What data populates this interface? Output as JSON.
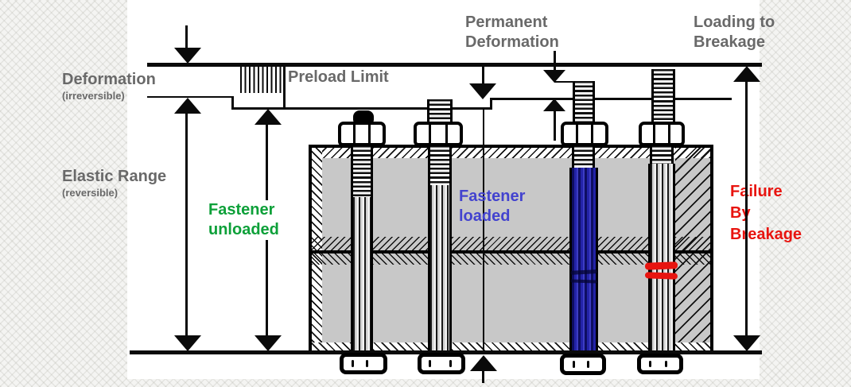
{
  "diagram": {
    "title_implied": "Fastener loading and deformation stages",
    "annotations": {
      "deformation": {
        "title": "Deformation",
        "subtitle": "(irreversible)"
      },
      "elastic_range": {
        "title": "Elastic Range",
        "subtitle": "(reversible)"
      },
      "preload_limit": {
        "label": "Preload Limit"
      },
      "permanent_deformation": {
        "line1": "Permanent",
        "line2": "Deformation"
      },
      "loading_to_breakage": {
        "line1": "Loading to",
        "line2": "Breakage"
      },
      "fastener_unloaded": {
        "line1": "Fastener",
        "line2": "unloaded"
      },
      "fastener_loaded": {
        "line1": "Fastener",
        "line2": "loaded"
      },
      "failure_by_breakage": {
        "line1": "Failure",
        "line2": "By",
        "line3": "Breakage"
      }
    },
    "colors": {
      "label-gray": "#696969",
      "green": "#0da039",
      "blue": "#4343cf",
      "red": "#e8140f",
      "plate-gray": "#c8c8c8",
      "bolt-blue": "#2323a8",
      "ink": "#0a0a0a"
    }
  }
}
